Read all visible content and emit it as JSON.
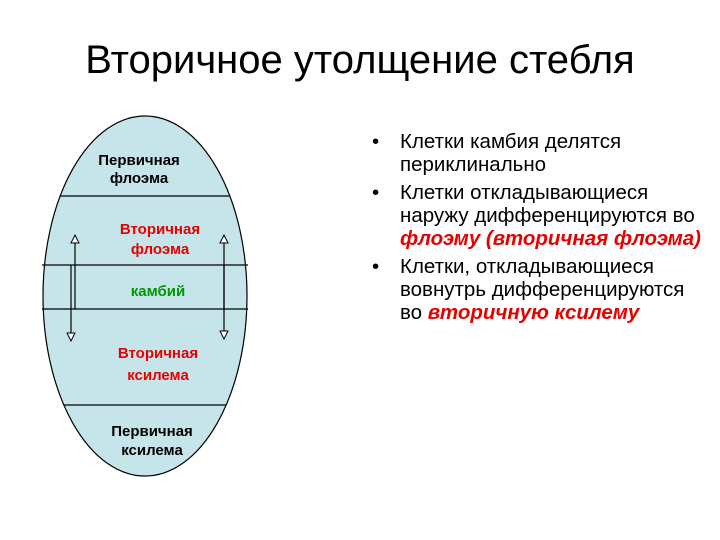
{
  "title": "Вторичное утолщение стебля",
  "diagram": {
    "zones": {
      "primary_phloem": [
        "Первичная",
        "флоэма"
      ],
      "secondary_phloem": [
        "Вторичная",
        "флоэма"
      ],
      "cambium": "камбий",
      "secondary_xylem": [
        "Вторичная",
        "ксилема"
      ],
      "primary_xylem": [
        "Первичная",
        "ксилема"
      ]
    },
    "colors": {
      "fill": "#c6e5ea",
      "outline": "#000000",
      "secondary_label": "#e60000",
      "cambium_label": "#009900",
      "primary_label": "#000000"
    }
  },
  "bullets": [
    {
      "bullet": "•",
      "text": "Клетки камбия делятся периклинально"
    },
    {
      "bullet": "•",
      "text": "Клетки откладывающиеся наружу дифференцируются во ",
      "emphasis": "флоэму (вторичная флоэма)"
    },
    {
      "bullet": "•",
      "text": "Клетки, откладывающиеся вовнутрь дифференцируются во ",
      "emphasis": "вторичную ксилему"
    }
  ]
}
